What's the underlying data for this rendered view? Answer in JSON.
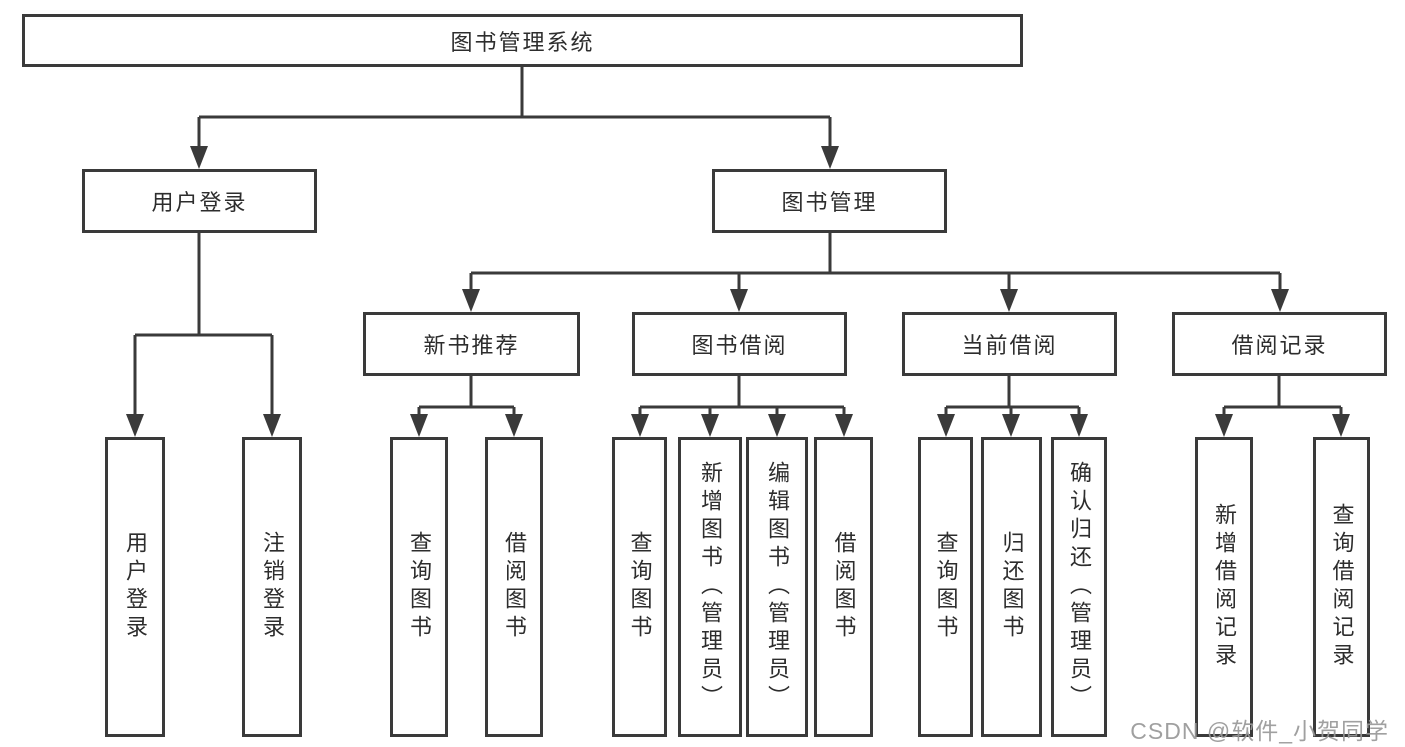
{
  "diagram": {
    "title": "图书管理系统",
    "branches": {
      "user_login": {
        "label": "用户登录",
        "children": [
          "用户登录",
          "注销登录"
        ]
      },
      "book_mgmt": {
        "label": "图书管理",
        "sections": [
          {
            "label": "新书推荐",
            "children": [
              "查询图书",
              "借阅图书"
            ]
          },
          {
            "label": "图书借阅",
            "children": [
              "查询图书",
              "新增图书（管理员）",
              "编辑图书（管理员）",
              "借阅图书"
            ]
          },
          {
            "label": "当前借阅",
            "children": [
              "查询图书",
              "归还图书",
              "确认归还（管理员）"
            ]
          },
          {
            "label": "借阅记录",
            "children": [
              "新增借阅记录",
              "查询借阅记录"
            ]
          }
        ]
      }
    },
    "watermark": "CSDN @软件_小贺同学",
    "colors": {
      "line": "#3a3a3a",
      "text": "#2d2d2d",
      "watermark": "#989898",
      "background": "#ffffff"
    }
  }
}
